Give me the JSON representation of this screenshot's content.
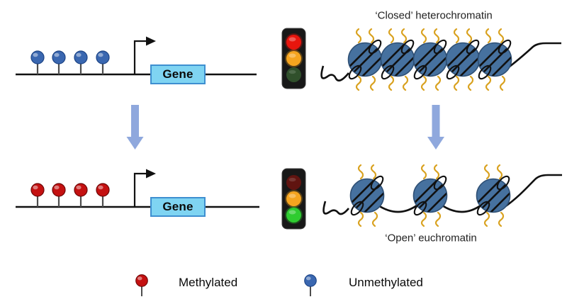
{
  "palette": {
    "c-dna": "#111111",
    "c-stem": "#4d4d4d",
    "c-methylated": "#c41111",
    "c-methylated-edge": "#6e0707",
    "c-unmethylated": "#3a67b0",
    "c-unmethylated-edge": "#1d4485",
    "c-genebox": "#7fd4f2",
    "c-genebox-border": "#3e8fd0",
    "c-arrow": "#8fa8dd",
    "c-histone": "#46719f",
    "c-histone-edge": "#2e4f74",
    "c-tail": "#d9a220",
    "tl-body": "#181818",
    "tl-red-on": "#e8150d",
    "tl-red-off": "#601410",
    "tl-amber-on": "#f5a41f",
    "tl-green-on": "#2ecc30",
    "tl-green-off": "#30502b"
  },
  "top_row": {
    "gene_label": "Gene",
    "pin_state": "unmethylated",
    "pin_count": 4,
    "traffic_light": {
      "red": "on",
      "amber": "on",
      "green": "off"
    },
    "chromatin_label": "‘Closed’ heterochromatin",
    "nucleosome_count": 5
  },
  "bottom_row": {
    "gene_label": "Gene",
    "pin_state": "methylated",
    "pin_count": 4,
    "traffic_light": {
      "red": "off",
      "amber": "on",
      "green": "on"
    },
    "chromatin_label": "‘Open’ euchromatin",
    "nucleosome_count": 3
  },
  "legend": {
    "methylated_label": "Methylated",
    "unmethylated_label": "Unmethylated"
  }
}
